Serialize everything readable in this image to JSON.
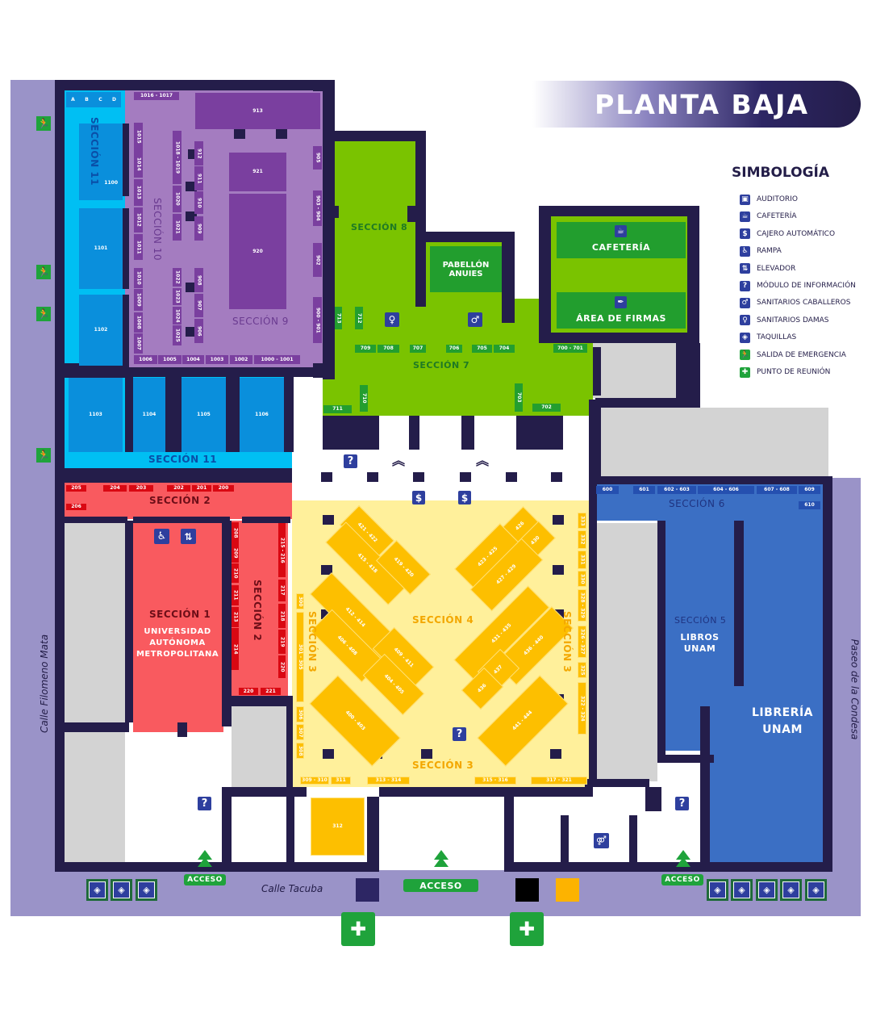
{
  "title": "PLANTA BAJA",
  "legend": {
    "title": "SIMBOLOGÍA",
    "items": [
      {
        "icon": "auditorium-icon",
        "glyph": "▣",
        "label": "AUDITORIO"
      },
      {
        "icon": "coffee-icon",
        "glyph": "☕",
        "label": "CAFETERÍA"
      },
      {
        "icon": "dollar-icon",
        "glyph": "$",
        "label": "CAJERO AUTOMÁTICO"
      },
      {
        "icon": "wheelchair-ramp-icon",
        "glyph": "♿",
        "label": "RAMPA"
      },
      {
        "icon": "elevator-icon",
        "glyph": "⇅",
        "label": "ELEVADOR"
      },
      {
        "icon": "question-icon",
        "glyph": "?",
        "label": "MÓDULO DE INFORMACIÓN"
      },
      {
        "icon": "men-restroom-icon",
        "glyph": "♂",
        "label": "SANITARIOS CABALLEROS"
      },
      {
        "icon": "women-restroom-icon",
        "glyph": "♀",
        "label": "SANITARIOS DAMAS"
      },
      {
        "icon": "ticket-icon",
        "glyph": "◈",
        "label": "TAQUILLAS"
      },
      {
        "icon": "emergency-exit-icon",
        "glyph": "🏃",
        "label": "SALIDA DE EMERGENCIA"
      },
      {
        "icon": "meeting-point-icon",
        "glyph": "✚",
        "label": "PUNTO DE REUNIÓN"
      }
    ]
  },
  "sections": {
    "s1": "SECCIÓN 1",
    "s1_name": "UNIVERSIDAD\nAUTÓNOMA\nMETROPOLITANA",
    "s2": "SECCIÓN 2",
    "s3": "SECCIÓN 3",
    "s4": "SECCIÓN 4",
    "s5": "SECCIÓN 5",
    "s6": "SECCIÓN 6",
    "s7": "SECCIÓN 7",
    "s8": "SECCIÓN 8",
    "s9": "SECCIÓN 9",
    "s10": "SECCIÓN 10",
    "s11": "SECCIÓN 11"
  },
  "areas": {
    "anuies": "PABELLÓN\nANUIES",
    "cafeteria": "CAFETERÍA",
    "firmas": "ÁREA DE FIRMAS",
    "libros": "LIBROS\nUNAM",
    "libreria": "LIBRERÍA\nUNAM"
  },
  "streets": {
    "left": "Calle Filomeno Mata",
    "bottom": "Calle Tacuba",
    "right": "Paseo de la Condesa"
  },
  "access_label": "ACCESO",
  "booths": {
    "s11": [
      "A",
      "B",
      "C",
      "D",
      "1100",
      "1101",
      "1102",
      "1103",
      "1104",
      "1105",
      "1106"
    ],
    "s10": [
      "1016 - 1017",
      "1015",
      "1014",
      "1013",
      "1012",
      "1011",
      "1010",
      "1009",
      "1008",
      "1007",
      "1006",
      "1005",
      "1004",
      "1003",
      "1002",
      "1000 - 1001",
      "1018 - 1019",
      "1020",
      "1021",
      "1022",
      "1023",
      "1024",
      "1025"
    ],
    "s9": [
      "913",
      "912",
      "911",
      "910",
      "909",
      "908",
      "907",
      "906",
      "905",
      "903 - 904",
      "902",
      "900 - 901",
      "921",
      "920"
    ],
    "s7": [
      "713",
      "712",
      "709",
      "708",
      "707",
      "706",
      "705",
      "704",
      "700 - 701",
      "710",
      "711",
      "703",
      "702"
    ],
    "s2": [
      "205",
      "204",
      "203",
      "202",
      "201",
      "200",
      "206",
      "208",
      "209",
      "210",
      "211",
      "213",
      "214",
      "215 - 216",
      "217",
      "218",
      "219",
      "220",
      "220",
      "221"
    ],
    "s3": [
      "300",
      "301 - 305",
      "306",
      "307",
      "308",
      "333",
      "332",
      "331",
      "330",
      "328 - 329",
      "326 - 327",
      "325",
      "322 - 324",
      "309 - 310",
      "311",
      "313 - 314",
      "315 - 316",
      "317 - 321",
      "312"
    ],
    "s4": [
      "421 - 422",
      "415 - 418",
      "419 - 420",
      "412 - 414",
      "406 - 408",
      "409 - 411",
      "404 - 405",
      "400 - 403",
      "426",
      "430",
      "423 - 425",
      "427 - 429",
      "431 - 435",
      "436 - 440",
      "437",
      "436",
      "441 - 444"
    ],
    "s6": [
      "600",
      "601",
      "602 - 603",
      "604 - 606",
      "607 - 608",
      "609",
      "610"
    ]
  },
  "colors": {
    "wall": "#241d4a",
    "street": "#9a93c8",
    "section11": "#00bff3",
    "section9_10": "#a47cc0",
    "section7_8": "#7ac300",
    "section1_2": "#f95a5f",
    "section3_4": "#fff09b",
    "section5_6": "#3b6fc4"
  }
}
